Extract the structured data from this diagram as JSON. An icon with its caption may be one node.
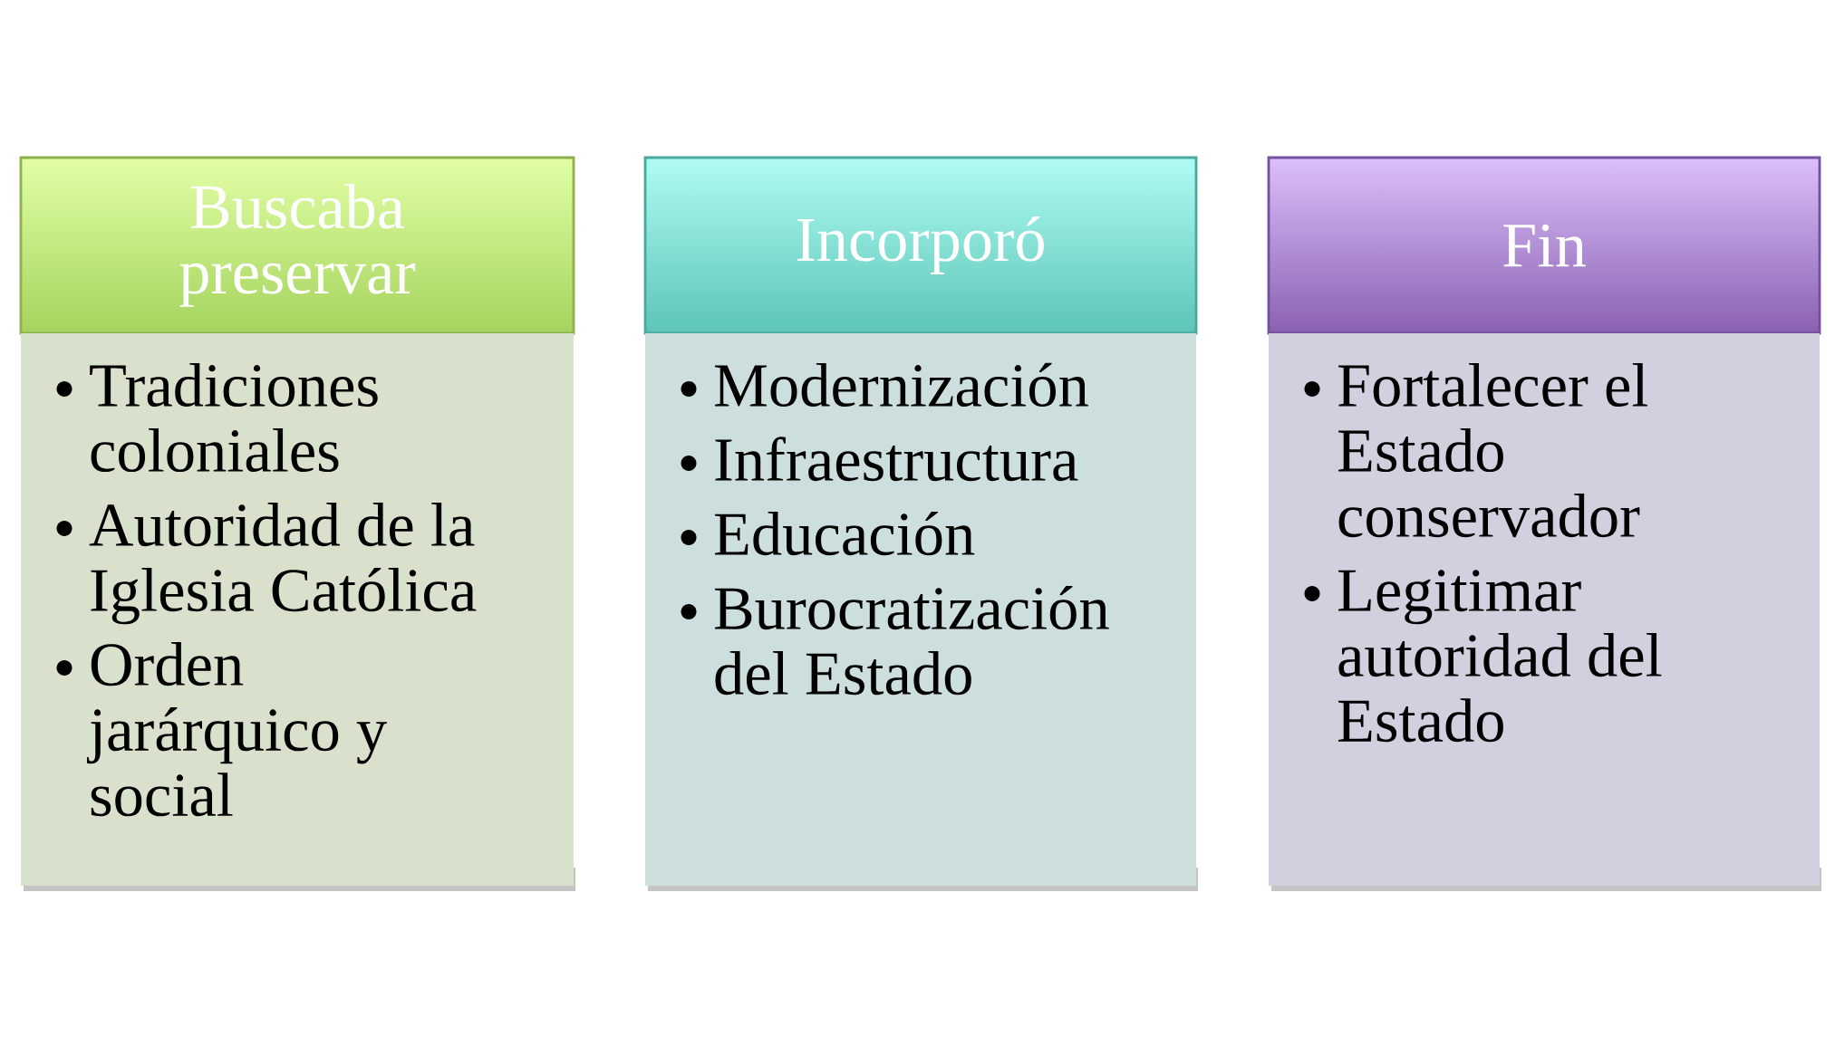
{
  "diagram": {
    "nodes": [
      {
        "text": [
          "Buscaba preservar"
        ]
      },
      {
        "text": [
          "Tradiciones coloniales",
          "Autoridad de la Iglesia Católica",
          "Orden jarárquico y social"
        ]
      },
      {
        "text": [
          "Incorporó"
        ]
      },
      {
        "text": [
          "Modernización",
          "Infraestructura",
          "Educación",
          "Burocratización del Estado"
        ]
      },
      {
        "text": [
          "Fin"
        ]
      },
      {
        "text": [
          "Fortalecer el Estado conservador",
          "Legitimar autoridad del Estado"
        ]
      }
    ]
  }
}
